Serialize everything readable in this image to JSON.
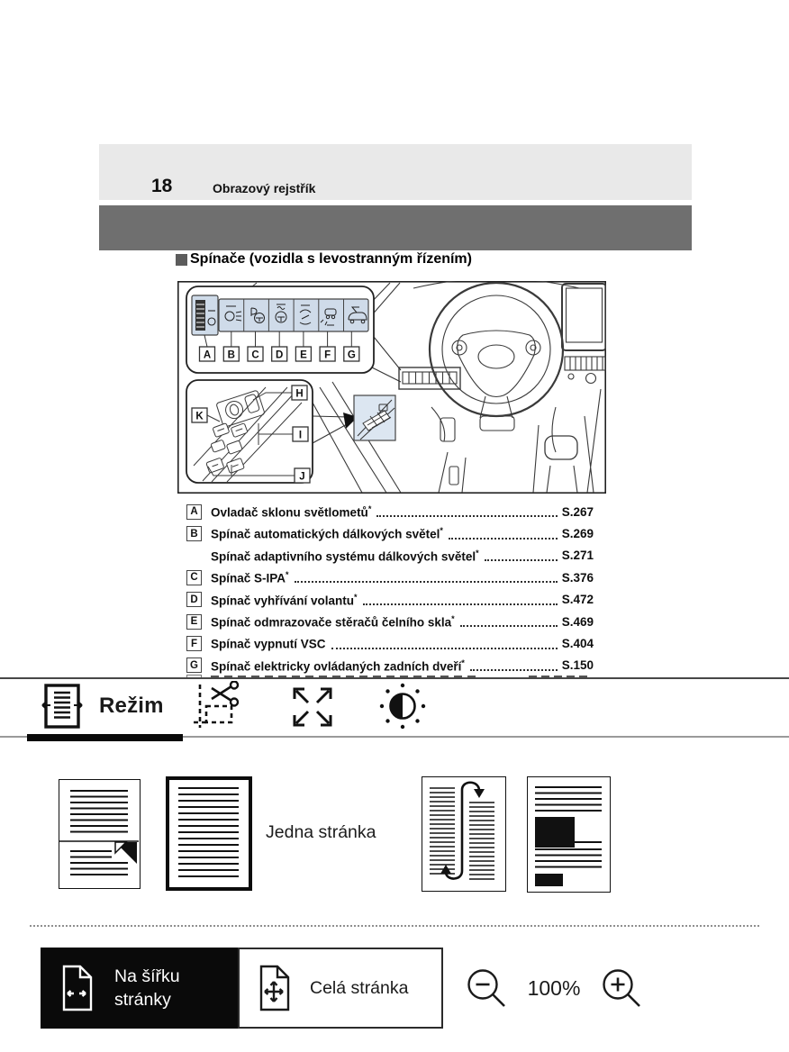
{
  "document": {
    "page_number": "18",
    "chapter_title": "Obrazový rejstřík",
    "section_title": "Spínače (vozidla s levostranným řízením)",
    "panel_labels": [
      "A",
      "B",
      "C",
      "D",
      "E",
      "F",
      "G"
    ],
    "door_labels": [
      "H",
      "K",
      "I",
      "J"
    ],
    "index_rows": [
      {
        "letter": "A",
        "text": "Ovladač sklonu světlometů",
        "star": "*",
        "page": "S.267"
      },
      {
        "letter": "B",
        "text": "Spínač automatických dálkových světel",
        "star": "*",
        "page": "S.269"
      },
      {
        "letter": "",
        "text": "Spínač adaptivního systému dálkových světel",
        "star": "*",
        "page": "S.271"
      },
      {
        "letter": "C",
        "text": "Spínač S-IPA",
        "star": "*",
        "page": "S.376"
      },
      {
        "letter": "D",
        "text": "Spínač vyhřívání volantu",
        "star": "*",
        "page": "S.472"
      },
      {
        "letter": "E",
        "text": "Spínač odmrazovače stěračů čelního skla",
        "star": "*",
        "page": "S.469"
      },
      {
        "letter": "F",
        "text": "Spínač vypnutí VSC",
        "star": "",
        "page": "S.404"
      },
      {
        "letter": "G",
        "text": "Spínač elektricky ovládaných zadních dveří",
        "star": "*",
        "page": "S.150"
      }
    ]
  },
  "panel": {
    "tabs": [
      {
        "name": "mode",
        "label": "Režim",
        "icon": "mode-icon",
        "active": true
      },
      {
        "name": "crop",
        "label": "",
        "icon": "crop-icon",
        "active": false
      },
      {
        "name": "expand",
        "label": "",
        "icon": "expand-icon",
        "active": false
      },
      {
        "name": "brightness",
        "label": "",
        "icon": "brightness-contrast-icon",
        "active": false
      }
    ],
    "layout_options": {
      "selected": "single-page",
      "single_page_label": "Jedna stránka",
      "modes": [
        "continuous-scroll",
        "single-page",
        "column-snake",
        "reflow"
      ]
    },
    "fit_width_label": "Na šířku stránky",
    "full_page_label": "Celá stránka",
    "zoom_level": "100%"
  },
  "colors": {
    "header_band": "#e9e9e9",
    "dark_band": "#6f6f6f",
    "switch_button_fill": "#cfdbe9",
    "inset_fill": "#dce6f1",
    "accent": "#0a0a0a"
  }
}
